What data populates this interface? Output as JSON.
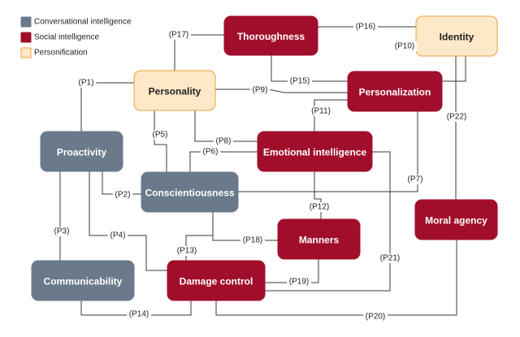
{
  "colors": {
    "conversational": "#6b7a8a",
    "social": "#a10e2b",
    "personification": "#fde8c8",
    "personification_border": "#e8a33a",
    "white_text": "#ffffff",
    "dark_text": "#222222",
    "edge": "#3a3a3a"
  },
  "legend": [
    {
      "id": "conversational",
      "label": "Conversational intelligence"
    },
    {
      "id": "social",
      "label": "Social intelligence"
    },
    {
      "id": "personification",
      "label": "Personification"
    }
  ],
  "nodes": [
    {
      "id": "thoroughness",
      "label": "Thoroughness",
      "category": "social"
    },
    {
      "id": "identity",
      "label": "Identity",
      "category": "personification"
    },
    {
      "id": "personality",
      "label": "Personality",
      "category": "personification"
    },
    {
      "id": "personalization",
      "label": "Personalization",
      "category": "social"
    },
    {
      "id": "proactivity",
      "label": "Proactivity",
      "category": "conversational"
    },
    {
      "id": "emotional",
      "label": "Emotional intelligence",
      "category": "social"
    },
    {
      "id": "conscientiousness",
      "label": "Conscientiousness",
      "category": "conversational"
    },
    {
      "id": "moral",
      "label": "Moral agency",
      "category": "social"
    },
    {
      "id": "manners",
      "label": "Manners",
      "category": "social"
    },
    {
      "id": "communicability",
      "label": "Communicability",
      "category": "conversational"
    },
    {
      "id": "damage",
      "label": "Damage control",
      "category": "social"
    }
  ],
  "propositions": [
    {
      "id": "p1",
      "label": "(P1)"
    },
    {
      "id": "p2",
      "label": "(P2)"
    },
    {
      "id": "p3",
      "label": "(P3)"
    },
    {
      "id": "p4",
      "label": "(P4)"
    },
    {
      "id": "p5",
      "label": "(P5)"
    },
    {
      "id": "p6",
      "label": "(P6)"
    },
    {
      "id": "p7",
      "label": "(P7)"
    },
    {
      "id": "p8",
      "label": "(P8)"
    },
    {
      "id": "p9",
      "label": "(P9)"
    },
    {
      "id": "p10",
      "label": "(P10)"
    },
    {
      "id": "p11",
      "label": "(P11)"
    },
    {
      "id": "p12",
      "label": "(P12)"
    },
    {
      "id": "p13",
      "label": "(P13)"
    },
    {
      "id": "p14",
      "label": "(P14)"
    },
    {
      "id": "p15",
      "label": "(P15)"
    },
    {
      "id": "p16",
      "label": "(P16)"
    },
    {
      "id": "p17",
      "label": "(P17)"
    },
    {
      "id": "p18",
      "label": "(P18)"
    },
    {
      "id": "p19",
      "label": "(P19)"
    },
    {
      "id": "p20",
      "label": "(P20)"
    },
    {
      "id": "p21",
      "label": "(P21)"
    },
    {
      "id": "p22",
      "label": "(P22)"
    }
  ]
}
